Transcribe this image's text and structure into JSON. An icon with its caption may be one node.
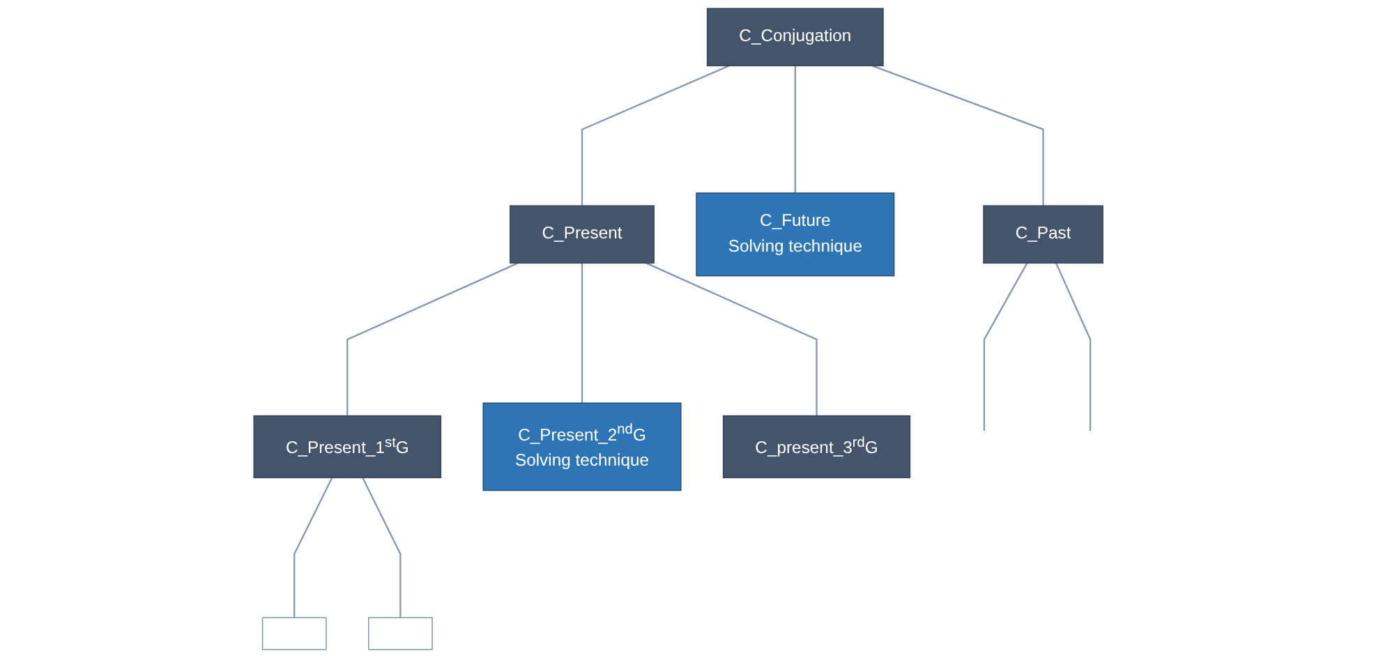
{
  "diagram": {
    "nodes": [
      {
        "text": [
          "C_Conjugation"
        ]
      },
      {
        "text": [
          "C_Present"
        ]
      },
      {
        "text": [
          "C_Future",
          "Solving technique"
        ]
      },
      {
        "text": [
          "C_Past"
        ]
      },
      {
        "text": [
          "C_Present_1$^{st}$G"
        ]
      },
      {
        "text": [
          "C_Present_2$^{nd}$G",
          "Solving technique"
        ]
      },
      {
        "text": [
          "C_present_3$^{rd}$G"
        ]
      },
      {
        "text": [],
        "shape": "box"
      },
      {
        "text": [],
        "shape": "box"
      }
    ],
    "edges": [
      {
        "from": 0,
        "to": 1,
        "arrow": "none"
      },
      {
        "from": 0,
        "to": 2,
        "arrow": "none"
      },
      {
        "from": 0,
        "to": 3,
        "arrow": "none"
      },
      {
        "from": 1,
        "to": 4,
        "arrow": "none"
      },
      {
        "from": 1,
        "to": 5,
        "arrow": "none"
      },
      {
        "from": 1,
        "to": 6,
        "arrow": "none"
      },
      {
        "from": 4,
        "to": 7,
        "arrow": "none"
      },
      {
        "from": 4,
        "to": 8,
        "arrow": "none"
      },
      {
        "from": 3,
        "to": null,
        "arrow": "none"
      },
      {
        "from": 3,
        "to": null,
        "arrow": "none"
      }
    ]
  }
}
